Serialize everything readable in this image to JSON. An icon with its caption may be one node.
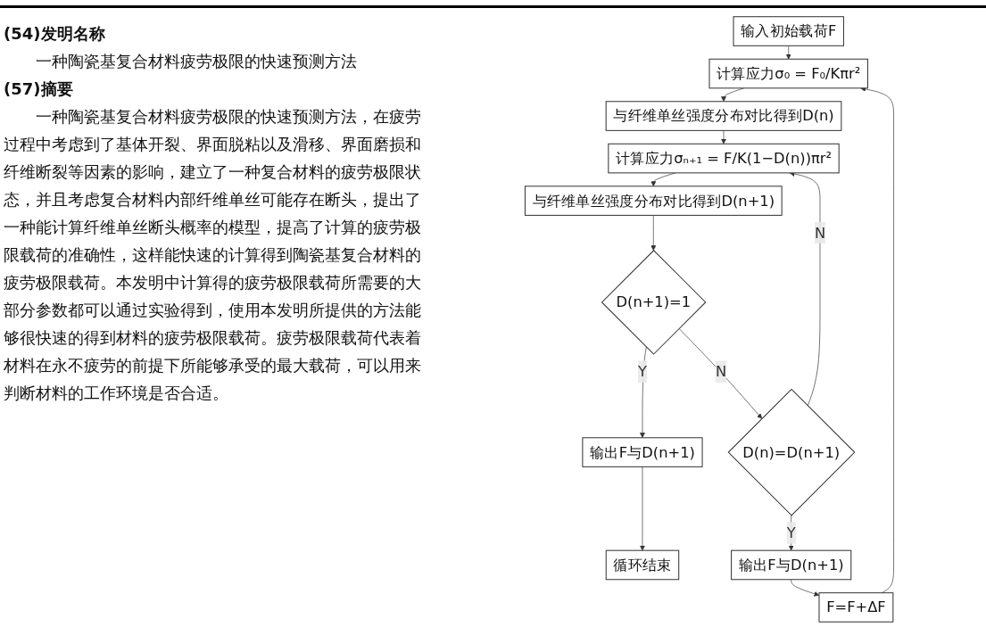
{
  "diagram": {
    "nodes": [
      {
        "text": [
          "输入初始载荷F"
        ]
      },
      {
        "text": [
          "计算应力σ₀ = F₀/Kπr²"
        ]
      },
      {
        "text": [
          "与纤维单丝强度分布对比得到D(n)"
        ]
      },
      {
        "text": [
          "计算应力σₙ₊₁ = F/K(1−D(n))πr²"
        ]
      },
      {
        "text": [
          "与纤维单丝强度分布对比得到D(n+1)"
        ]
      },
      {
        "text": [
          "D(n+1)=1"
        ]
      },
      {
        "text": [
          "D(n)=D(n+1)"
        ]
      },
      {
        "text": [
          "输出F与D(n+1)"
        ]
      },
      {
        "text": [
          "循环结束"
        ]
      },
      {
        "text": [
          "输出F与D(n+1)"
        ]
      },
      {
        "text": [
          "F=F+ΔF"
        ]
      }
    ],
    "edges": [
      {
        "from": 0,
        "to": 1,
        "arrow": "to"
      },
      {
        "from": 1,
        "to": 2,
        "arrow": "to"
      },
      {
        "from": 2,
        "to": 3,
        "arrow": "to"
      },
      {
        "from": 3,
        "to": 4,
        "arrow": "to"
      },
      {
        "from": 4,
        "to": 5,
        "arrow": "to"
      },
      {
        "from": 5,
        "to": 6,
        "arrow": "to",
        "label": "N"
      },
      {
        "from": 6,
        "to": 3,
        "arrow": "to",
        "label": "N"
      },
      {
        "from": 5,
        "to": 7,
        "arrow": "to",
        "label": "Y"
      },
      {
        "from": 7,
        "to": 8,
        "arrow": "to"
      },
      {
        "from": 6,
        "to": 9,
        "arrow": "to",
        "label": "Y"
      },
      {
        "from": 9,
        "to": 10,
        "arrow": "to"
      },
      {
        "from": 10,
        "to": 1,
        "arrow": "to"
      }
    ],
    "labels": [
      "(54)发明名称",
      "一种陶瓷基复合材料疲劳极限的快速预测方法",
      "(57)摘要",
      "一种陶瓷基复合材料疲劳极限的快速预测方法，在疲劳过程中考虑到了基体开裂、界面脱粘以及滑移、界面磨损和纤维断裂等因素的影响，建立了一种复合材料的疲劳极限状态，并且考虑复合材料内部纤维单丝可能存在断头，提出了一种能计算纤维单丝断头概率的模型，提高了计算的疲劳极限载荷的准确性，这样能快速的计算得到陶瓷基复合材料的疲劳极限载荷。本发明中计算得的疲劳极限载荷所需要的大部分参数都可以通过实验得到，使用本发明所提供的方法能够很快速的得到材料的疲劳极限载荷。疲劳极限载荷代表着材料在永不疲劳的前提下所能够承受的最大载荷，可以用来判断材料的工作环境是否合适。"
    ]
  }
}
